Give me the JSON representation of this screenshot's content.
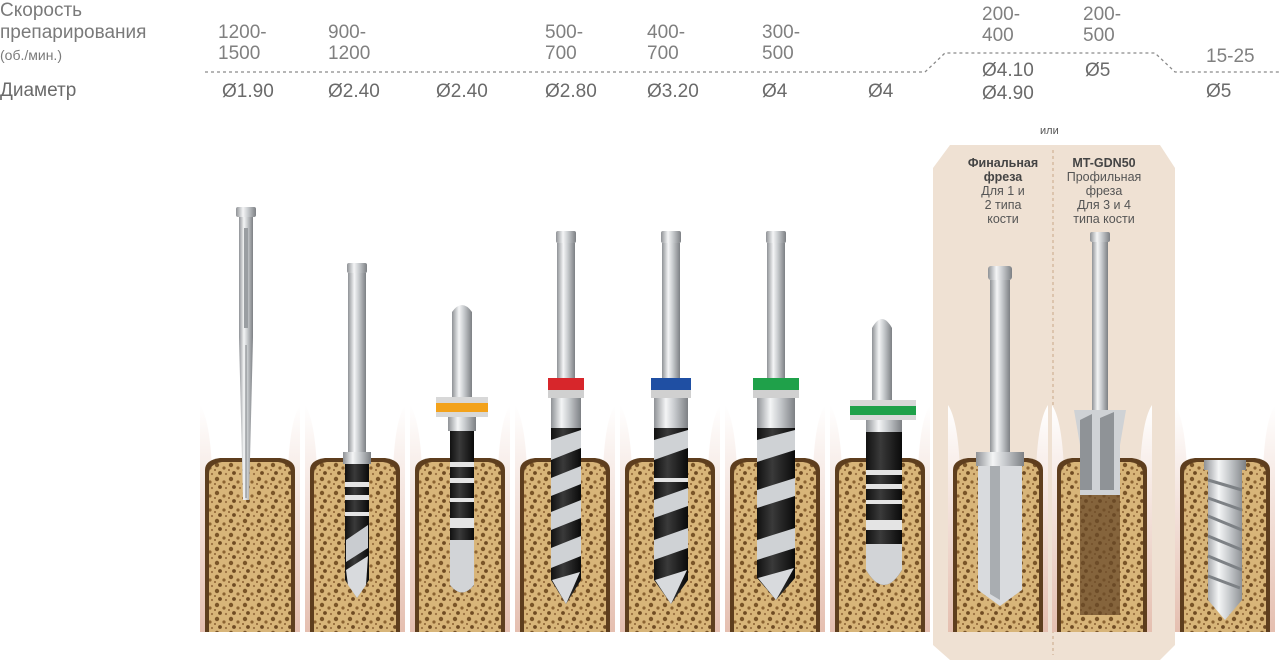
{
  "header": {
    "speed_label_line1": "Скорость",
    "speed_label_line2": "препарирования",
    "speed_unit": "(об./мин.)",
    "diameter_label": "Диаметр"
  },
  "speeds": [
    {
      "line1": "1200-",
      "line2": "1500"
    },
    {
      "line1": "900-",
      "line2": "1200"
    },
    {
      "line1": "500-",
      "line2": "700"
    },
    {
      "line1": "400-",
      "line2": "700"
    },
    {
      "line1": "300-",
      "line2": "500"
    },
    {
      "line1": "200-",
      "line2": "400"
    },
    {
      "line1": "200-",
      "line2": "500"
    },
    {
      "line1": "15-25",
      "line2": ""
    }
  ],
  "diameters": [
    "Ø1.90",
    "Ø2.40",
    "Ø2.40",
    "Ø2.80",
    "Ø3.20",
    "Ø4",
    "Ø4",
    "Ø4.10",
    "Ø4.90",
    "Ø5",
    "Ø5"
  ],
  "or_label": "или",
  "final_panel": {
    "title1": "Финальная",
    "title2": "фреза",
    "sub1": "Для 1 и",
    "sub2": "2 типа",
    "sub3": "кости"
  },
  "profile_panel": {
    "title": "MT-GDN50",
    "sub1": "Профильная",
    "sub2": "фреза",
    "sub3": "Для 3 и 4",
    "sub4": "типа кости"
  },
  "colors": {
    "bone": "#d9b77a",
    "gum": "#e9c6b8",
    "panel": "#eee0d2",
    "ring_orange": "#f3a21b",
    "ring_red": "#d7262b",
    "ring_blue": "#1f4fa3",
    "ring_green": "#1fa14a"
  }
}
